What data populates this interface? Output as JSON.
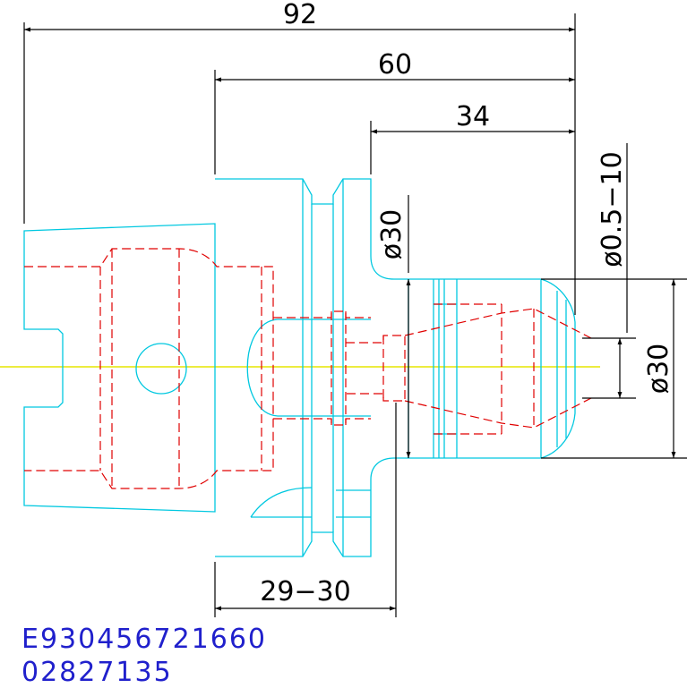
{
  "dimensions": {
    "overall_length": "92",
    "body_length": "60",
    "nut_length": "34",
    "gauge_range": "29−30",
    "nut_diameter": "ø30",
    "collet_range": "ø0.5−10",
    "nose_diameter": "ø30"
  },
  "codes": {
    "part_number": "E930456721660",
    "article_number": "02827135"
  },
  "colors": {
    "outline": "#00c8e0",
    "hidden": "#e00000",
    "centerline": "#e6e600",
    "dimension": "#000000",
    "code_text": "#2020cc"
  }
}
